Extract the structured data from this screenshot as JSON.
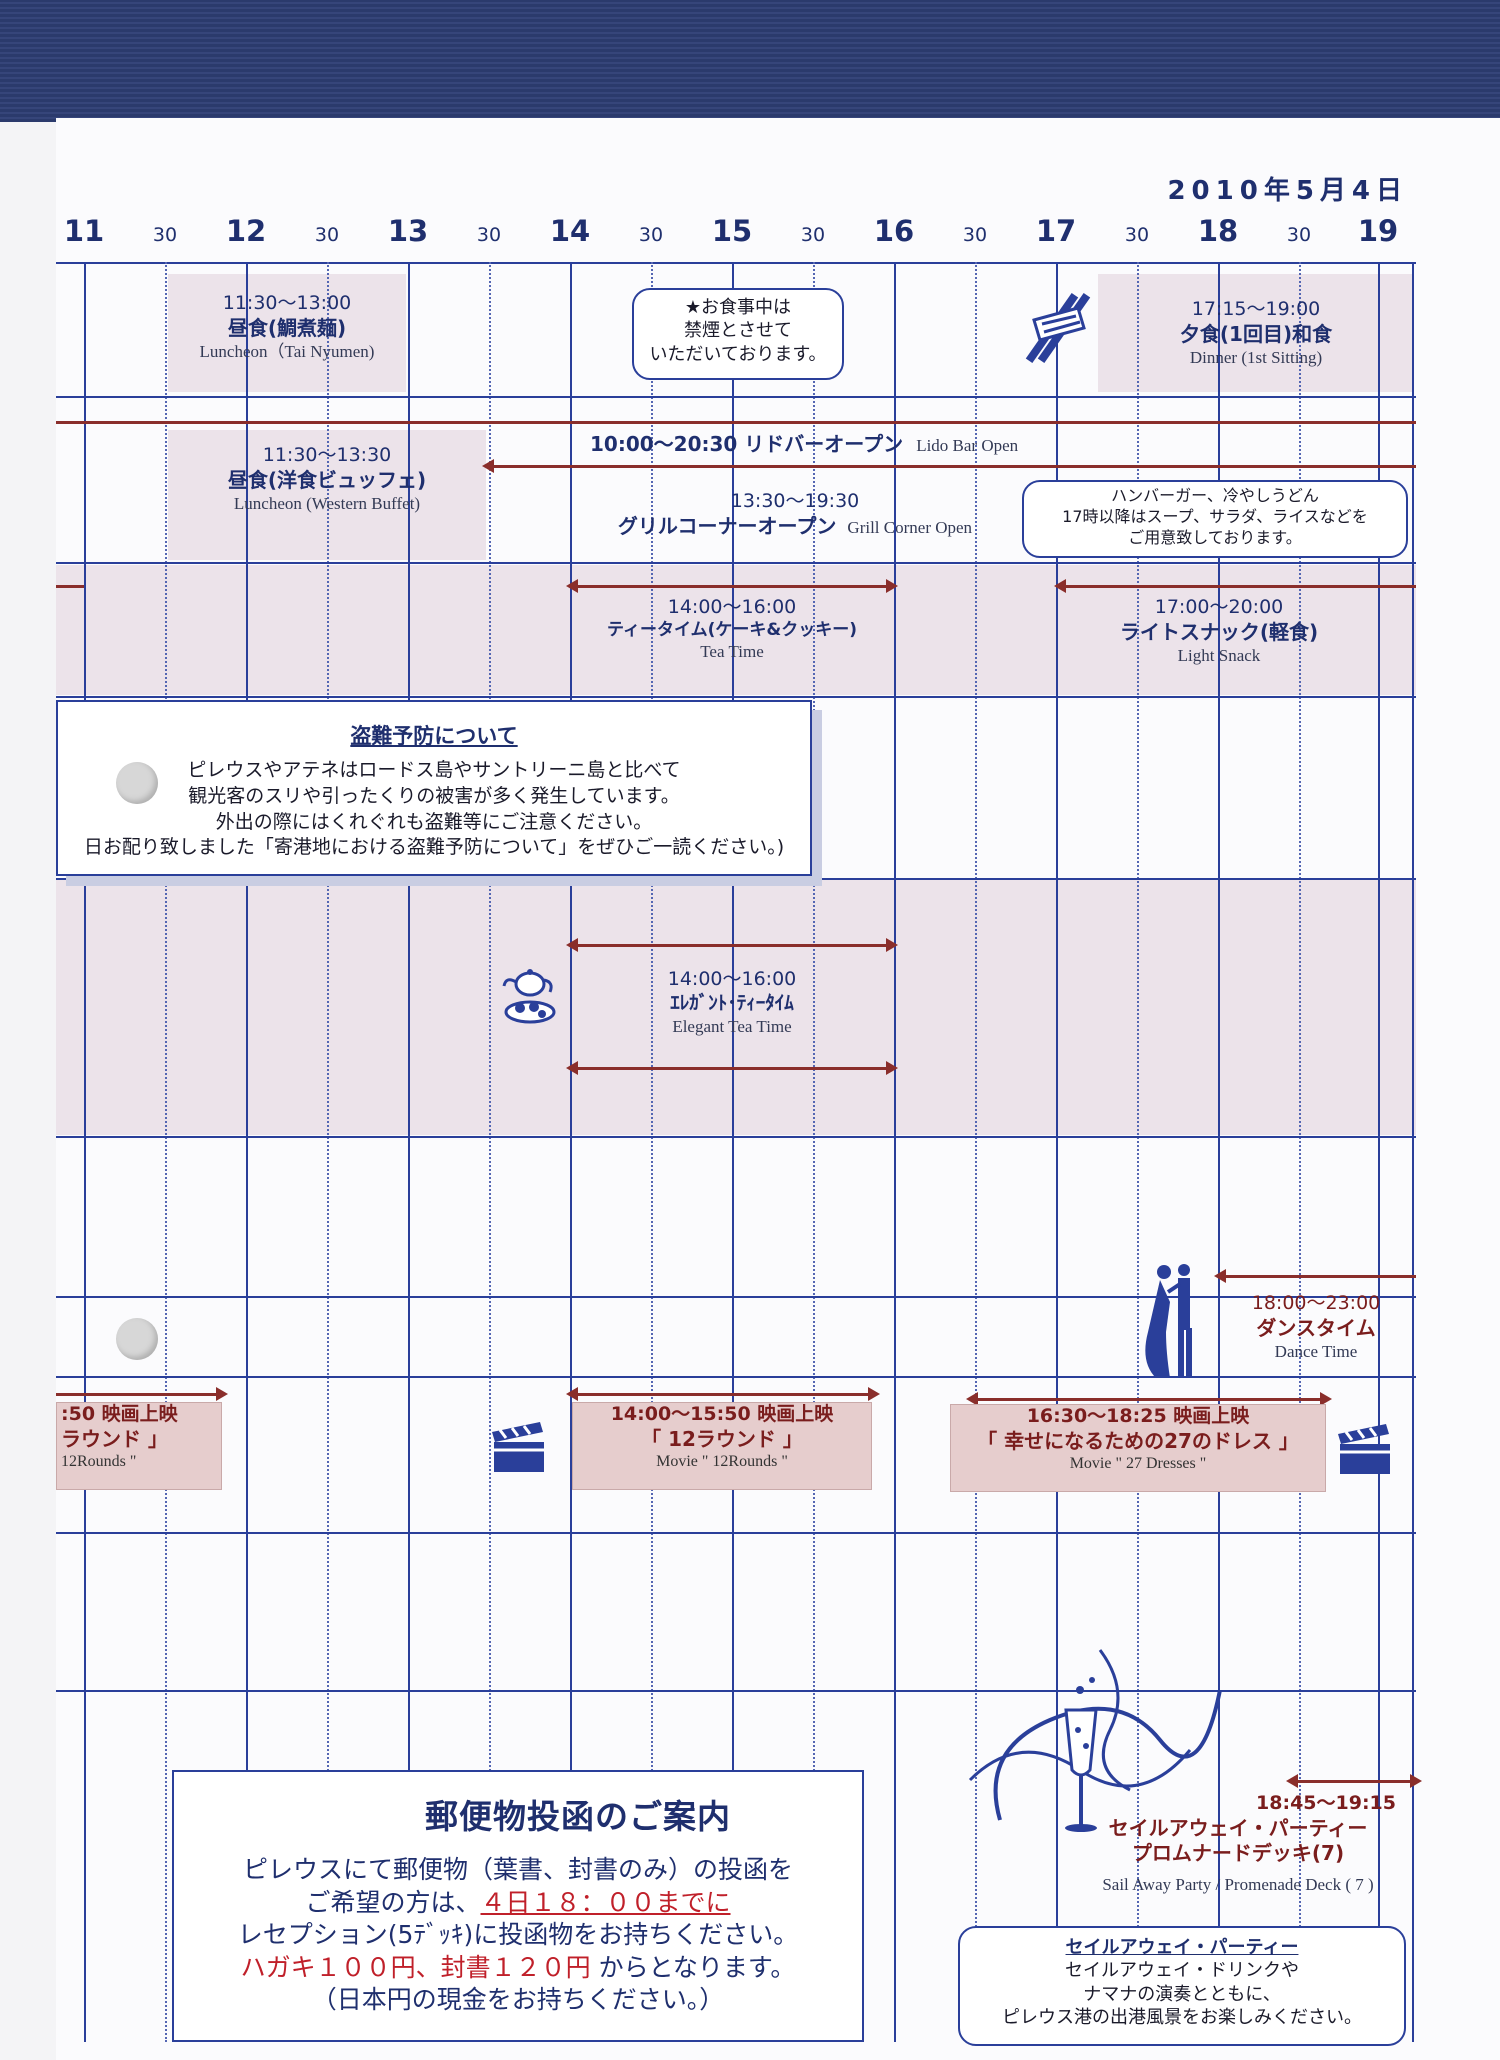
{
  "date": "2010年5月4日",
  "hours": [
    "11",
    "12",
    "13",
    "14",
    "15",
    "16",
    "17",
    "18",
    "19"
  ],
  "half_label": "30",
  "events": {
    "luncheon_tai": {
      "time": "11:30〜13:00",
      "jp": "昼食(鯛煮麺)",
      "en": "Luncheon（Tai Nyumen)"
    },
    "smoking_notice": {
      "l1": "★お食事中は",
      "l2": "禁煙とさせて",
      "l3": "いただいております。"
    },
    "dinner": {
      "time": "17:15〜19:00",
      "jp": "夕食(1回目)和食",
      "en": "Dinner (1st Sitting)"
    },
    "lido_bar": {
      "time_jp": "10:00〜20:30 リドバーオープン",
      "en": "Lido Bar Open"
    },
    "luncheon_buffet": {
      "time": "11:30〜13:30",
      "jp": "昼食(洋食ビュッフェ)",
      "en": "Luncheon (Western Buffet)"
    },
    "grill": {
      "time": "13:30〜19:30",
      "jp": "グリルコーナーオープン",
      "en": "Grill Corner Open"
    },
    "grill_bubble": {
      "l1": "ハンバーガー、冷やしうどん",
      "l2": "17時以降はスープ、サラダ、ライスなどを",
      "l3": "ご用意致しております。"
    },
    "tea_time": {
      "time": "14:00〜16:00",
      "jp": "ティータイム(ケーキ&クッキー)",
      "en": "Tea Time"
    },
    "light_snack": {
      "time": "17:00〜20:00",
      "jp": "ライトスナック(軽食)",
      "en": "Light Snack"
    },
    "elegant_tea": {
      "time": "14:00〜16:00",
      "jp": "ｴﾚｶﾞﾝﾄ･ﾃｨｰﾀｲﾑ",
      "en": "Elegant Tea Time"
    },
    "dance": {
      "time": "18:00〜23:00",
      "jp": "ダンスタイム",
      "en": "Dance Time"
    },
    "movie_left": {
      "time": ":50 映画上映",
      "jp": "ラウンド 」",
      "en": "12Rounds \""
    },
    "movie_mid": {
      "time": "14:00〜15:50 映画上映",
      "jp": "「 12ラウンド 」",
      "en": "Movie \" 12Rounds \""
    },
    "movie_right": {
      "time": "16:30〜18:25 映画上映",
      "jp": "「 幸せになるための27のドレス 」",
      "en": "Movie \" 27 Dresses \""
    },
    "sail_away": {
      "time": "18:45〜19:15",
      "jp1": "セイルアウェイ・パーティー",
      "jp2": "プロムナードデッキ(7)",
      "en": "Sail Away Party / Promenade Deck ( 7 )"
    },
    "sail_bubble": {
      "h": "セイルアウェイ・パーティー",
      "l1": "セイルアウェイ・ドリンクや",
      "l2": "ナマナの演奏とともに、",
      "l3": "ピレウス港の出港風景をお楽しみください。"
    }
  },
  "theft_notice": {
    "title": "盗難予防について",
    "l1": "ピレウスやアテネはロードス島やサントリーニ島と比べて",
    "l2": "観光客のスリや引ったくりの被害が多く発生しています。",
    "l3": "外出の際にはくれぐれも盗難等にご注意ください。",
    "l4": "日お配り致しました「寄港地における盗難予防について」をぜひご一読ください。)"
  },
  "mail_notice": {
    "title": "郵便物投函のご案内",
    "l1": "ピレウスにて郵便物（葉書、封書のみ）の投函を",
    "l2a": "ご希望の方は、",
    "l2b": "４日１８：００までに",
    "l3": "レセプション(5ﾃﾞｯｷ)に投函物をお持ちください。",
    "l4a": "ハガキ１００円、封書１２０円",
    "l4b": " からとなります。",
    "l5": "（日本円の現金をお持ちください。）"
  },
  "icons": [
    "chopsticks-icon",
    "teapot-icon",
    "clapperboard-icon",
    "dancers-icon",
    "champagne-icon",
    "envelope-icon"
  ],
  "colors": {
    "grid": "#2a3f9a",
    "arrow": "#8a2e2b",
    "shade": "#ece3ea",
    "movie": "#e6cdcd",
    "band": "#2b3a6c"
  }
}
